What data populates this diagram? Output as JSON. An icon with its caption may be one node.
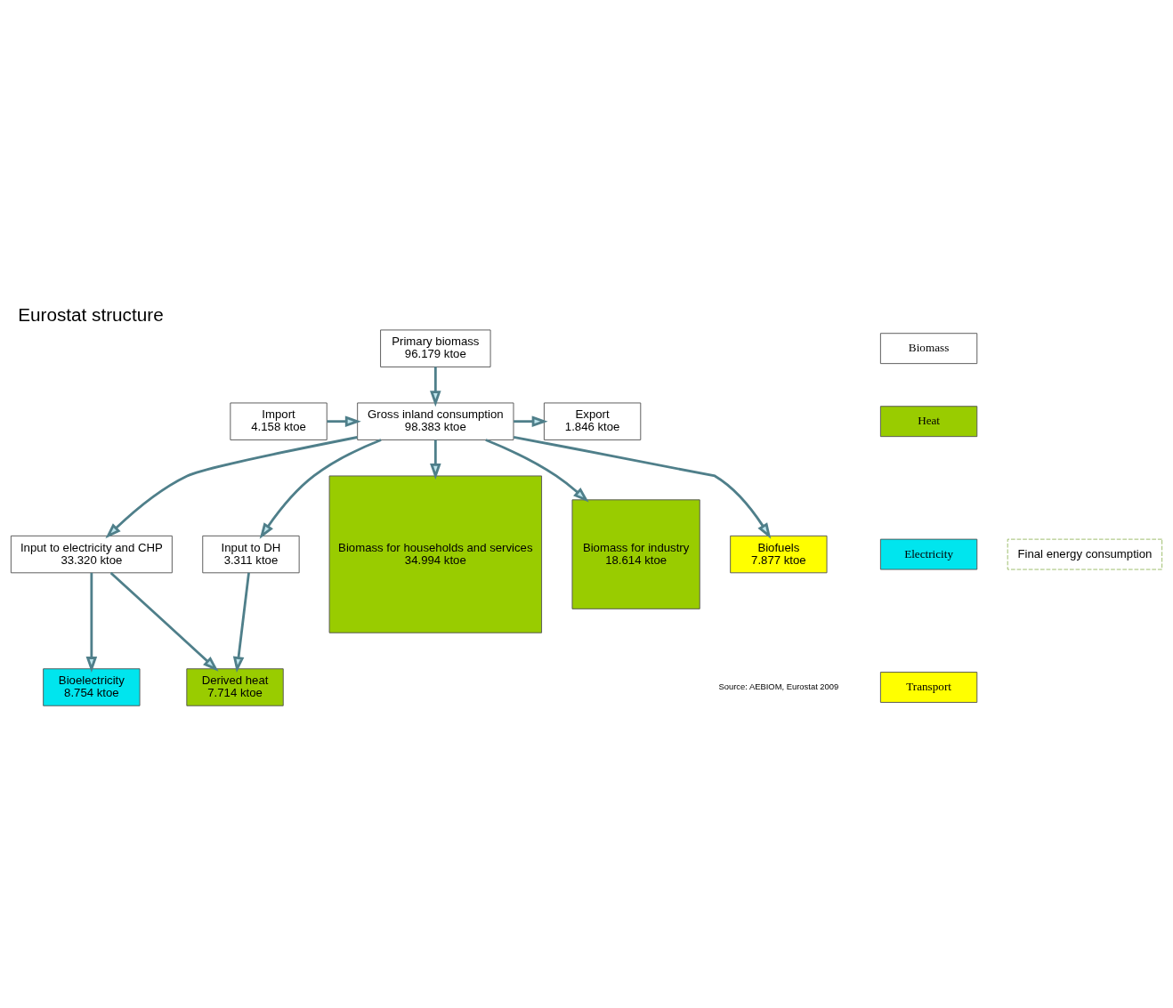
{
  "diagram": {
    "title": "Eurostat structure",
    "caption": "Source: AEBIOM, Eurostat 2009",
    "nodes": [
      {
        "text": [
          "Primary biomass",
          "96.179 ktoe"
        ]
      },
      {
        "text": [
          "Import",
          "4.158 ktoe"
        ]
      },
      {
        "text": [
          "Export",
          "1.846 ktoe"
        ]
      },
      {
        "text": [
          "Gross inland consumption",
          "98.383 ktoe"
        ]
      },
      {
        "text": [
          "Input to electricity and CHP",
          "33.320 ktoe"
        ]
      },
      {
        "text": [
          "Bioelectricity",
          "8.754 ktoe"
        ]
      },
      {
        "text": [
          "Input to DH",
          "3.311 ktoe"
        ]
      },
      {
        "text": [
          "Derived heat",
          "7.714 ktoe"
        ]
      },
      {
        "text": [
          "Biomass for households and services",
          "34.994 ktoe"
        ]
      },
      {
        "text": [
          "Biomass for industry",
          "18.614 ktoe"
        ]
      },
      {
        "text": [
          "Biofuels",
          "7.877 ktoe"
        ]
      },
      {
        "text": [
          "Biomass"
        ]
      },
      {
        "text": [
          "Heat"
        ]
      },
      {
        "text": [
          "Electricity"
        ]
      },
      {
        "text": [
          "Transport"
        ]
      },
      {
        "text": [
          "Final energy consumption"
        ]
      }
    ],
    "edges": [
      {
        "from": 0,
        "to": 3,
        "arrow": "to"
      },
      {
        "from": 1,
        "to": 3,
        "arrow": "to"
      },
      {
        "from": 3,
        "to": 2,
        "arrow": "to"
      },
      {
        "from": 3,
        "to": 4,
        "arrow": "to"
      },
      {
        "from": 3,
        "to": 6,
        "arrow": "to"
      },
      {
        "from": 4,
        "to": 5,
        "arrow": "to"
      },
      {
        "from": 4,
        "to": 7,
        "arrow": "to"
      },
      {
        "from": 6,
        "to": 7,
        "arrow": "to"
      },
      {
        "from": 3,
        "to": 8,
        "arrow": "to"
      },
      {
        "from": 3,
        "to": 9,
        "arrow": "to"
      },
      {
        "from": 3,
        "to": 10,
        "arrow": "to"
      }
    ]
  }
}
